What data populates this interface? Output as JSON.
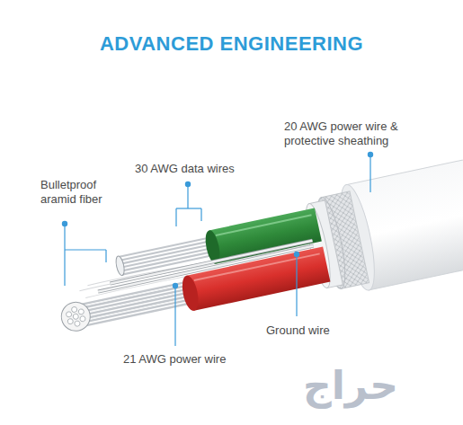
{
  "diagram": {
    "title": "ADVANCED ENGINEERING",
    "labels": [
      "20 AWG power wire & protective sheathing",
      "30 AWG data wires",
      "Bulletproof aramid fiber",
      "Ground wire",
      "21 AWG power wire",
      "حراج"
    ]
  }
}
